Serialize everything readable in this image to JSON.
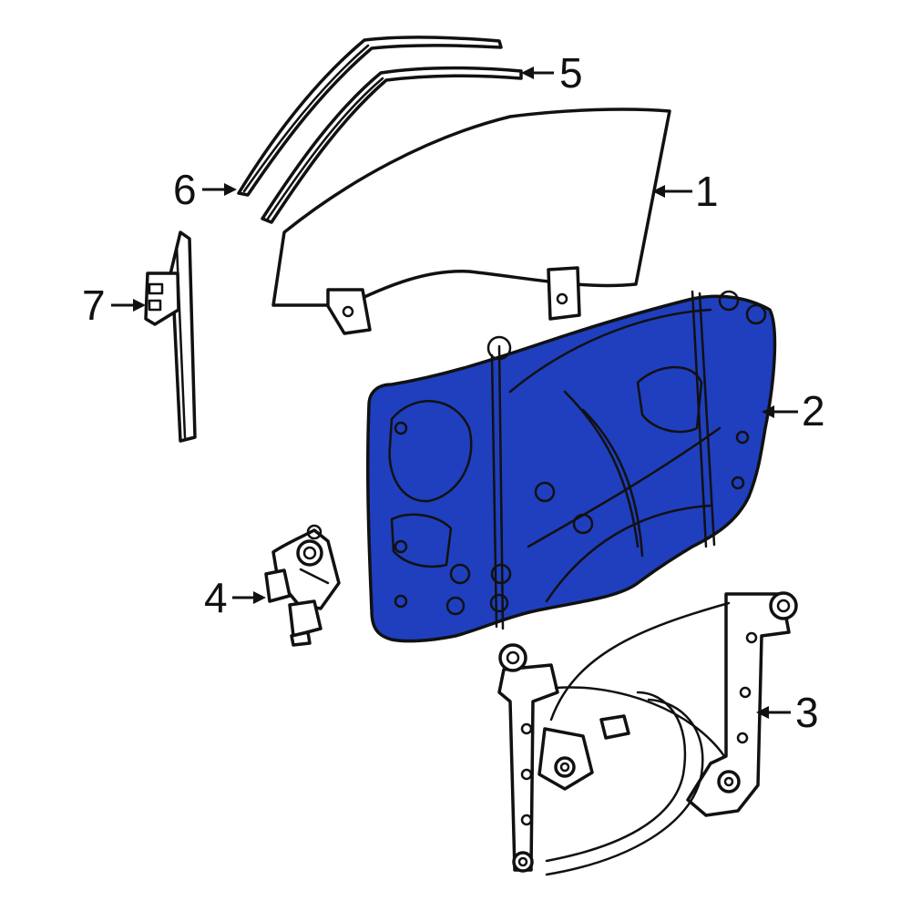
{
  "colors": {
    "highlight": "#1f3fbf",
    "outline": "#111111",
    "background": "#ffffff"
  },
  "parts": [
    {
      "number": "1",
      "name": "window-glass"
    },
    {
      "number": "2",
      "name": "door-module-carrier"
    },
    {
      "number": "3",
      "name": "window-regulator"
    },
    {
      "number": "4",
      "name": "window-motor"
    },
    {
      "number": "5",
      "name": "inner-run-channel"
    },
    {
      "number": "6",
      "name": "outer-run-channel"
    },
    {
      "number": "7",
      "name": "rear-guide-channel"
    }
  ],
  "highlighted_part": "2",
  "callouts": {
    "c1": "1",
    "c2": "2",
    "c3": "3",
    "c4": "4",
    "c5": "5",
    "c6": "6",
    "c7": "7"
  }
}
